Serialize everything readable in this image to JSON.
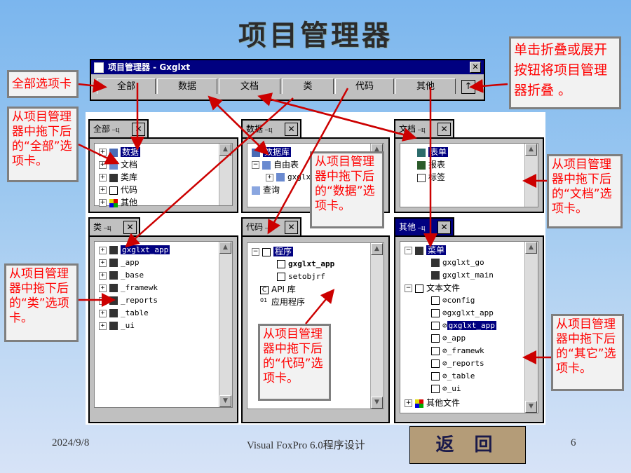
{
  "slide_title": "项目管理器",
  "window": {
    "title": "项目管理器 - Gxglxt",
    "tabs": [
      "全部",
      "数据",
      "文档",
      "类",
      "代码",
      "其他"
    ],
    "collapse_glyph": "↑"
  },
  "callouts": {
    "all_tab": "全部选项卡",
    "collapse": "单击折叠或展开按钮将项目管理器折叠 。",
    "drag_all": "从项目管理器中拖下后的“全部”选项卡。",
    "drag_data": "从项目管理器中拖下后的“数据”选项卡。",
    "drag_docs": "从项目管理器中拖下后的“文档”选项卡。",
    "drag_class": "从项目管理器中拖下后的“类”选项卡。",
    "drag_code": "从项目管理器中拖下后的“代码”选项卡。",
    "drag_other": "从项目管理器中拖下后的“其它”选项卡。"
  },
  "panels": {
    "all": {
      "tab": "全部",
      "items": [
        "数据",
        "文档",
        "类库",
        "代码",
        "其他"
      ]
    },
    "data": {
      "tab": "数据",
      "items": [
        "数据库",
        "自由表",
        "gxglxt_app",
        "查询"
      ]
    },
    "docs": {
      "tab": "文档",
      "items": [
        "表单",
        "报表",
        "标签"
      ]
    },
    "class": {
      "tab": "类",
      "items": [
        "gxglxt_app",
        "_app",
        "_base",
        "_framewk",
        "_reports",
        "_table",
        "_ui"
      ]
    },
    "code": {
      "tab": "代码",
      "items": [
        "程序",
        "gxglxt_app",
        "setobjrf",
        "API 库",
        "应用程序"
      ]
    },
    "other": {
      "tab": "其他",
      "items": [
        "菜单",
        "gxglxt_go",
        "gxglxt_main",
        "文本文件",
        "config",
        "gxglxt_app",
        "gxglxt_app",
        "_app",
        "_framewk",
        "_reports",
        "_table",
        "_ui",
        "其他文件"
      ]
    }
  },
  "footer": {
    "date": "2024/9/8",
    "course": "Visual FoxPro 6.0程序设计",
    "page": "6",
    "back": "返 回"
  }
}
